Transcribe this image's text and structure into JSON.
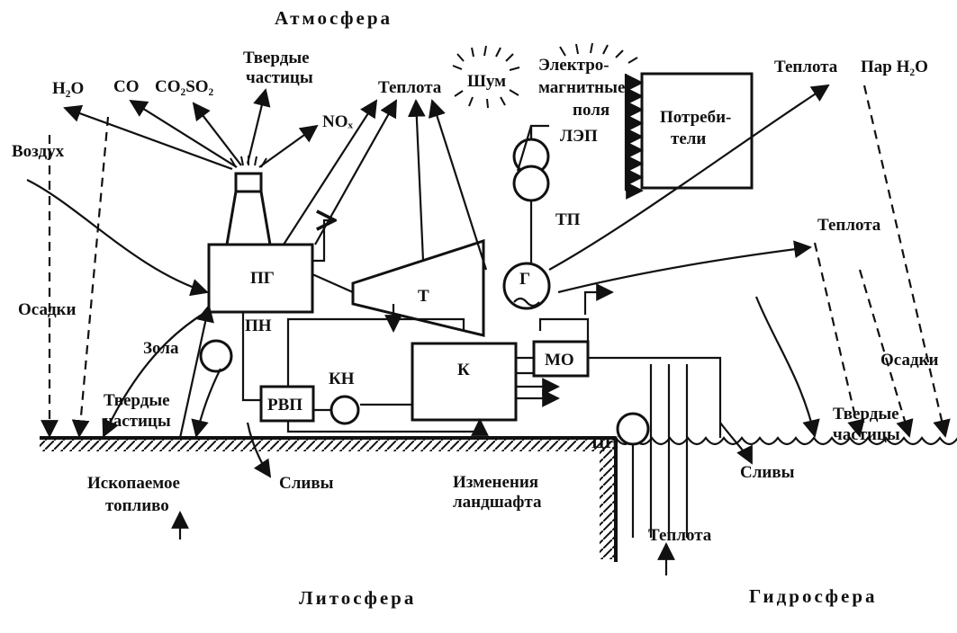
{
  "spheres": {
    "atmosphere": "Атмосфера",
    "lithosphere": "Литосфера",
    "hydrosphere": "Гидросфера"
  },
  "emissions": {
    "h2o": "H₂O",
    "co": "CO",
    "co2so2": "CO₂SO₂",
    "solid": [
      "Твердые",
      "частицы"
    ],
    "nox": "NOₓ",
    "heat": "Теплота",
    "noise": "Шум",
    "emf": [
      "Электро-",
      "магнитные",
      "поля"
    ]
  },
  "inputs": {
    "air": "Воздух",
    "precip_left": "Осадки",
    "precip_right": "Осадки"
  },
  "equipment": {
    "pg": "ПГ",
    "pn": "ПН",
    "t": "Т",
    "g": "Г",
    "k": "К",
    "mo": "МО",
    "rvp": "РВП",
    "kn": "КН",
    "cn": "ЦН",
    "tp": "ТП",
    "lep": "ЛЭП",
    "consumers": [
      "Потреби-",
      "тели"
    ]
  },
  "outputs": {
    "heat_right": "Теплота",
    "vapor_right": "Пар H₂O",
    "heat_right_low": "Теплота",
    "solid_left": [
      "Твердые",
      "частицы"
    ],
    "solid_right": [
      "Твердые",
      "частицы"
    ],
    "ash": "Зола",
    "drains_left": "Сливы",
    "drains_right": "Сливы",
    "landscape": [
      "Изменения",
      "ландшафта"
    ],
    "fossil_fuel": [
      "Ископаемое",
      "топливо"
    ],
    "heat_water": "Теплота"
  }
}
